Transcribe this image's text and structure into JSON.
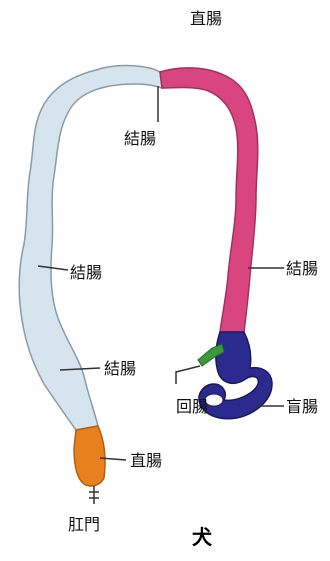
{
  "labels": {
    "top": "直腸",
    "colon_top": "結腸",
    "colon_left": "結腸",
    "colon_lower_left": "結腸",
    "colon_right": "結腸",
    "ileum": "回腸",
    "cecum": "盲腸",
    "rectum_bottom": "直腸",
    "anus": "肛門",
    "species": "犬"
  },
  "colors": {
    "colon": "#d6e4ee",
    "colon_outline": "#8a9aab",
    "colon_right": "#d9457e",
    "colon_right_outline": "#a3315f",
    "cecum": "#2b2b8f",
    "ileum": "#3a9a3a",
    "rectum": "#e8801e"
  }
}
